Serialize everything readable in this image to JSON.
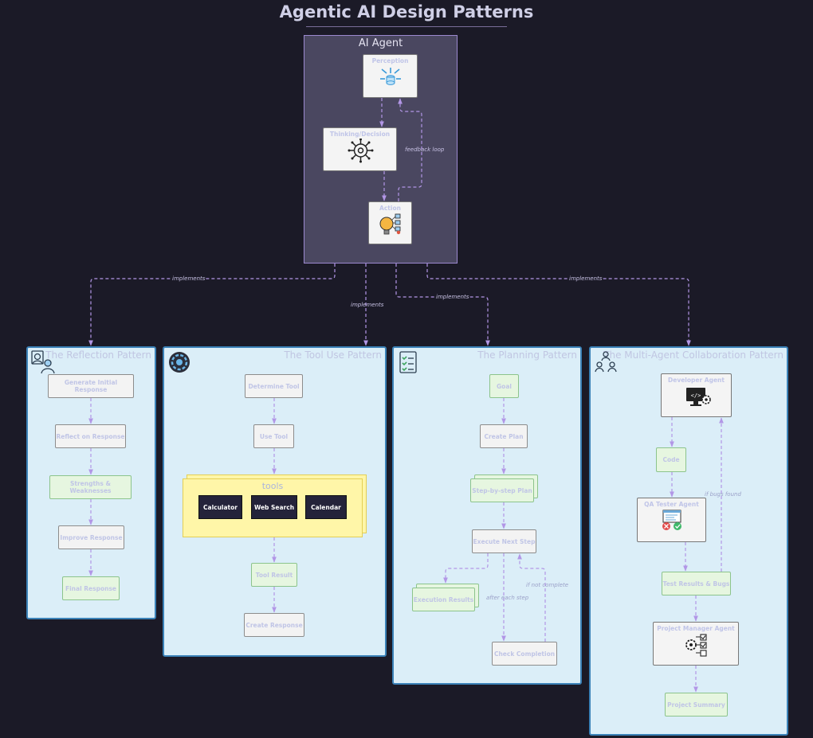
{
  "title": "Agentic AI Design Patterns",
  "agent": {
    "label": "AI Agent",
    "perception": "Perception",
    "thinking": "Thinking/Decision",
    "action": "Action",
    "feedback_loop": "feedback loop"
  },
  "edge_labels": {
    "implements": "implements"
  },
  "reflection": {
    "title": "The Reflection Pattern",
    "steps": [
      "Generate Initial Response",
      "Reflect on Response",
      "Strengths & Weaknesses",
      "Improve Response",
      "Final Response"
    ]
  },
  "tool_use": {
    "title": "The Tool Use Pattern",
    "determine": "Determine Tool",
    "use": "Use Tool",
    "tools_label": "tools",
    "tools": [
      "Calculator",
      "Web Search",
      "Calendar"
    ],
    "result": "Tool Result",
    "create": "Create Response"
  },
  "planning": {
    "title": "The Planning Pattern",
    "goal": "Goal",
    "create_plan": "Create Plan",
    "plan": "Step-by-step Plan",
    "execute": "Execute Next Step",
    "results": "Execution Results",
    "check": "Check Completion",
    "after_each": "after each step",
    "if_not": "if not complete"
  },
  "multi_agent": {
    "title": "The Multi-Agent Collaboration Pattern",
    "developer": "Developer Agent",
    "code": "Code",
    "qa": "QA Tester Agent",
    "results": "Test Results & Bugs",
    "pm": "Project Manager Agent",
    "summary": "Project Summary",
    "if_bugs": "if bugs found"
  },
  "colors": {
    "background": "#1b1a27",
    "agent_box": "#4a4760",
    "panel": "#dbeef8",
    "panel_border": "#3b82b8",
    "edge": "#b296e6"
  }
}
